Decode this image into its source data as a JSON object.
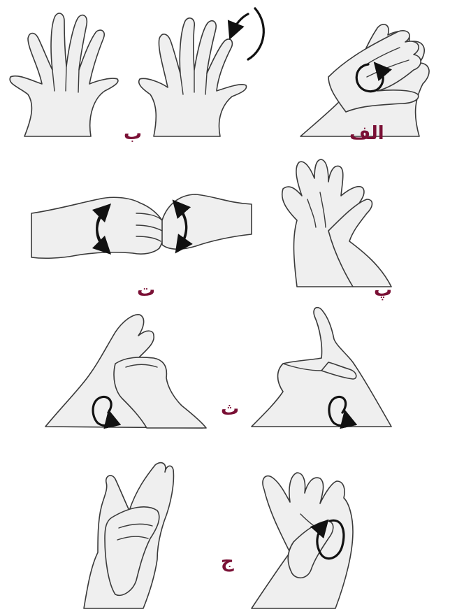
{
  "labels": {
    "alef": "الف",
    "be": "ب",
    "pe": "پ",
    "te": "ت",
    "se": "ث",
    "jim": "ج"
  },
  "colors": {
    "label": "#7a1035",
    "skin": "#efefef",
    "outline": "#3a3a3a",
    "arrow": "#111111"
  }
}
